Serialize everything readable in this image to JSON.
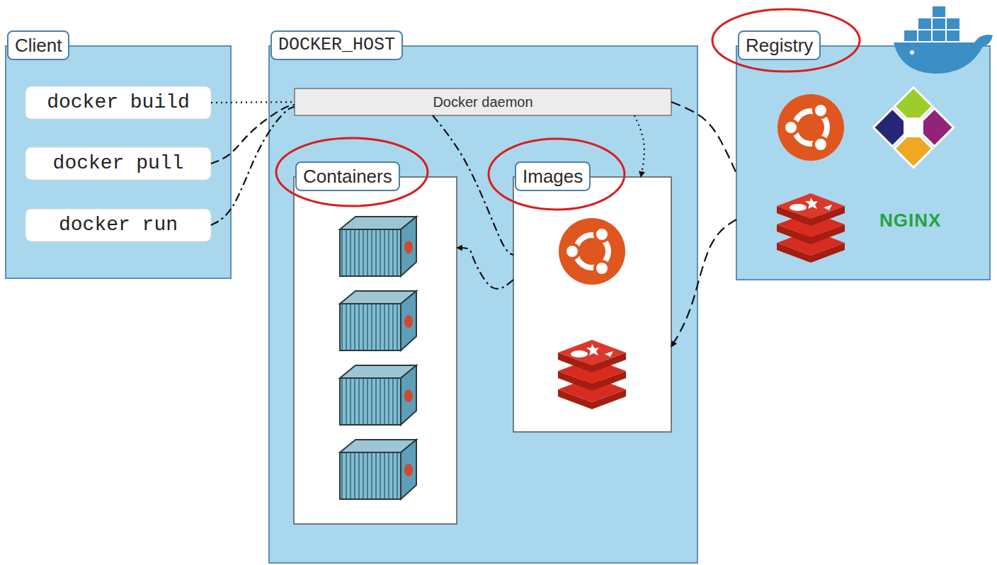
{
  "diagram": {
    "nodes": [
      {
        "text": [
          "Client"
        ]
      },
      {
        "text": [
          "docker build"
        ],
        "in": 0
      },
      {
        "text": [
          "docker pull"
        ],
        "in": 0
      },
      {
        "text": [
          "docker run"
        ],
        "in": 0
      },
      {
        "text": [
          "DOCKER_HOST"
        ]
      },
      {
        "text": [
          "Docker daemon"
        ],
        "in": 4
      },
      {
        "text": [
          "Containers"
        ],
        "in": 4
      },
      {
        "text": [
          "Images"
        ],
        "in": 4
      },
      {
        "text": [
          "Registry"
        ]
      }
    ],
    "edges": [
      {
        "from": 1,
        "to": 5,
        "arrow": "none"
      },
      {
        "from": 2,
        "to": 5,
        "arrow": "none"
      },
      {
        "from": 3,
        "to": 5,
        "arrow": "none"
      },
      {
        "from": 5,
        "to": 7,
        "arrow": "to"
      },
      {
        "from": 5,
        "to": 7,
        "arrow": "none"
      },
      {
        "from": 7,
        "to": 6,
        "arrow": "to"
      },
      {
        "from": 5,
        "to": 8,
        "arrow": "none"
      },
      {
        "from": 8,
        "to": 7,
        "arrow": "to"
      }
    ],
    "labels": [
      "NGINX"
    ]
  }
}
